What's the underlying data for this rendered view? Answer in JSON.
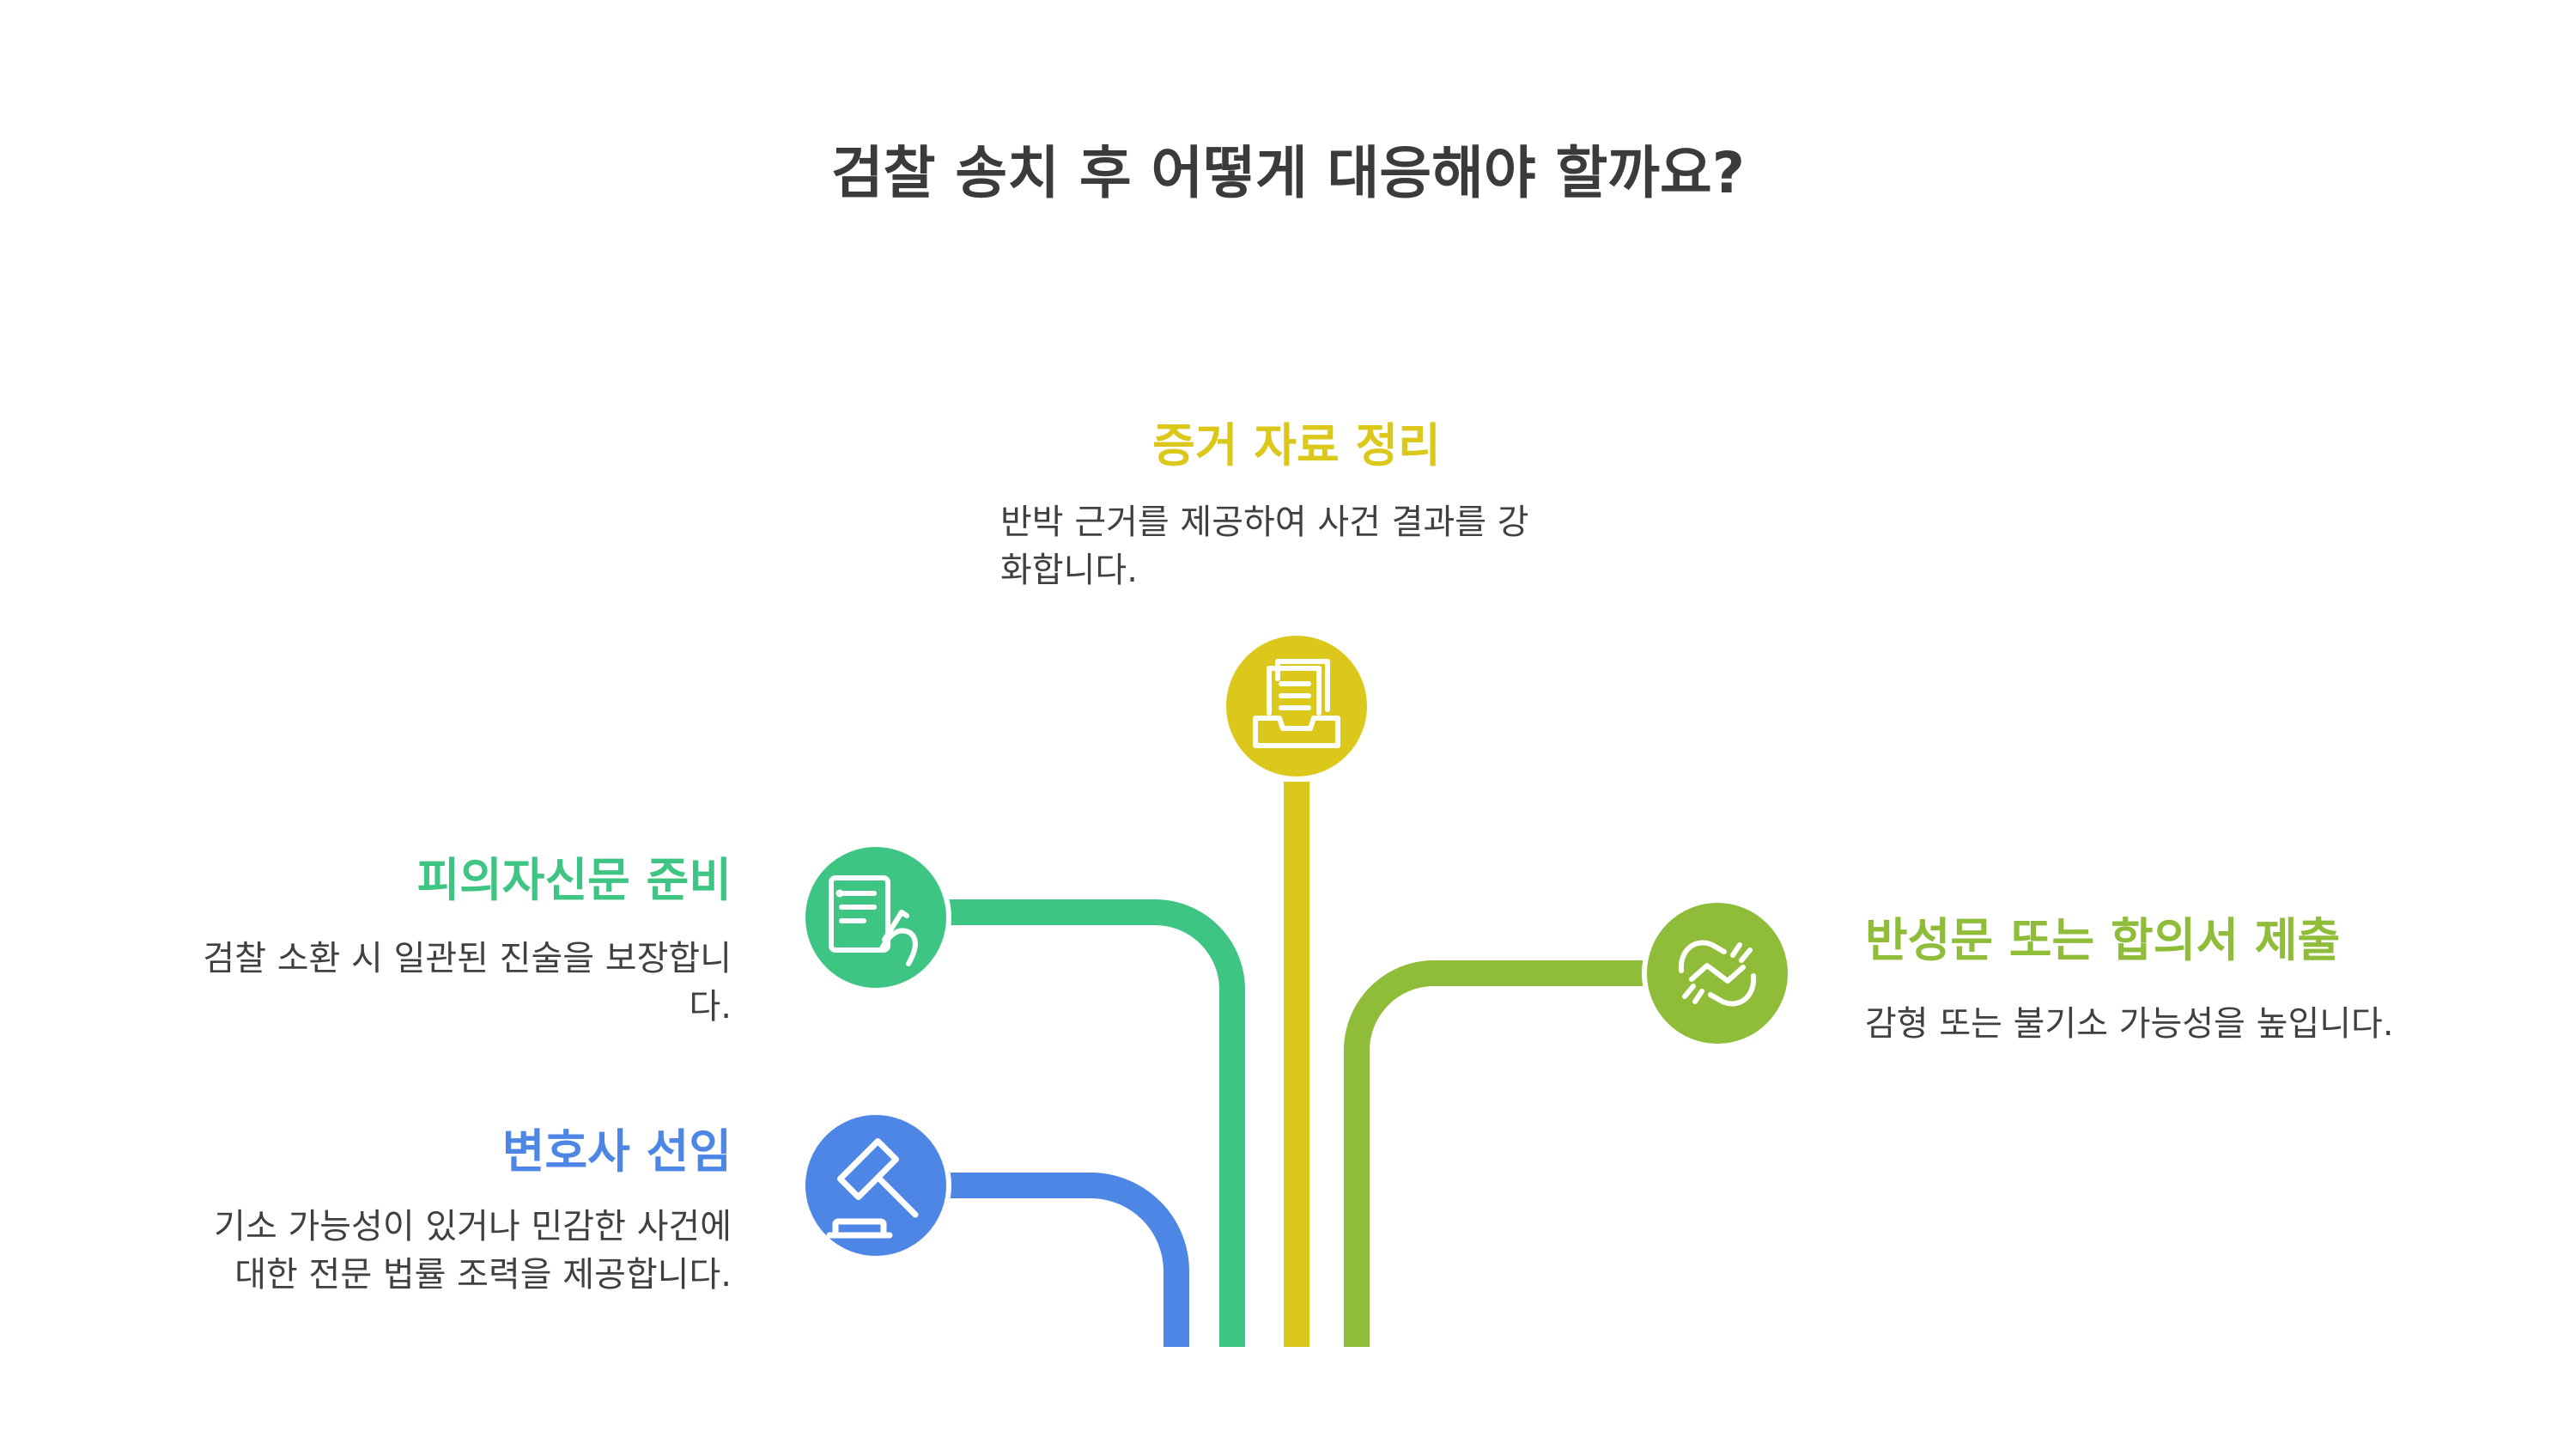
{
  "title": "검찰 송치 후 어떻게 대응해야 할까요?",
  "items": [
    {
      "id": "lawyer",
      "heading": "변호사 선임",
      "description": "기소 가능성이 있거나 민감한 사건에 대한 전문 법률 조력을 제공합니다.",
      "lines": [
        "기소 가능성이 있거나 민감한 사건에",
        "대한 전문 법률 조력을 제공합니다."
      ],
      "color": "#4e86e6",
      "icon": "gavel-icon"
    },
    {
      "id": "interrogation",
      "heading": "피의자신문 준비",
      "description": "검찰 소환 시 일관된 진술을 보장합니다.",
      "lines": [
        "검찰 소환 시 일관된 진술을 보장합니",
        "다."
      ],
      "color": "#3fc583",
      "icon": "signing-document-icon"
    },
    {
      "id": "evidence",
      "heading": "증거 자료 정리",
      "description": "반박 근거를 제공하여 사건 결과를 강화합니다.",
      "lines": [
        "반박 근거를 제공하여 사건 결과를 강",
        "화합니다."
      ],
      "color": "#dcc71b",
      "icon": "document-tray-icon"
    },
    {
      "id": "remorse",
      "heading": "반성문 또는 합의서 제출",
      "description": "감형 또는 불기소 가능성을 높입니다.",
      "lines": [
        "감형 또는 불기소 가능성을 높입니다."
      ],
      "color": "#8fbd3a",
      "icon": "handshake-icon"
    }
  ]
}
